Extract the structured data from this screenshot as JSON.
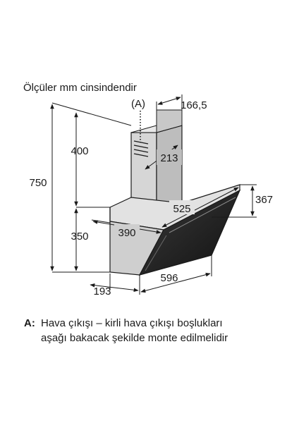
{
  "title": "Ölçüler mm cinsindendir",
  "outlet_marker": "(A)",
  "dimensions": {
    "chimney_depth": "166,5",
    "chimney_height": "400",
    "total_height": "750",
    "chimney_width": "213",
    "glass_depth": "367",
    "hood_width_top": "525",
    "hood_height": "350",
    "hood_depth": "390",
    "hood_width_bottom": "596",
    "bottom_depth": "193"
  },
  "note": {
    "key": "A:",
    "line1": "Hava çıkışı – kirli hava çıkışı boşlukları",
    "line2": "aşağı bakacak şekilde monte edilmelidir"
  }
}
